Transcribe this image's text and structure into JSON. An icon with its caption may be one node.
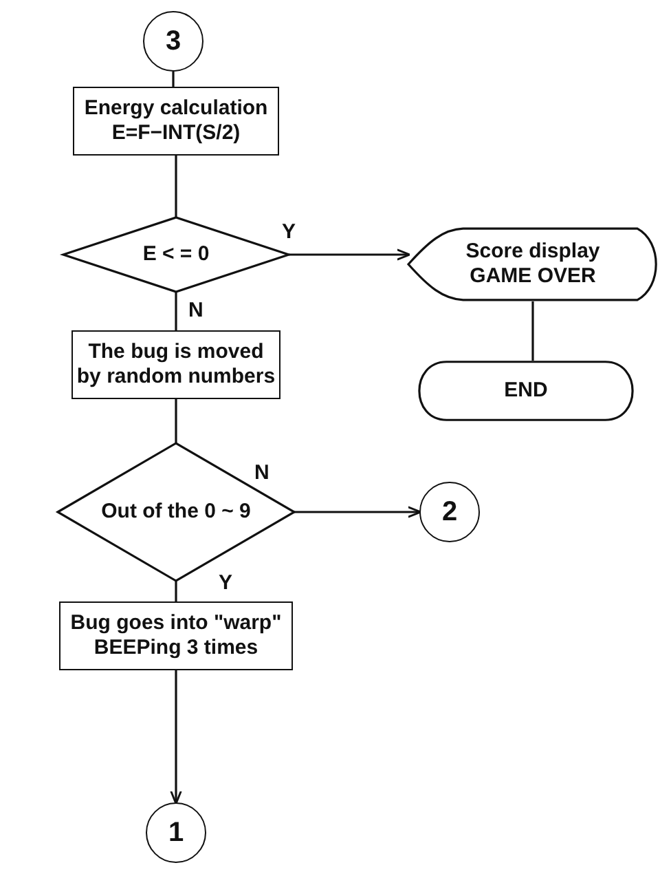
{
  "diagram": {
    "nodes": [
      {
        "text": [
          "3"
        ]
      },
      {
        "text": [
          "Energy calculation E=F−INT(S/2)"
        ]
      },
      {
        "text": [
          "E < = 0"
        ]
      },
      {
        "text": [
          "Score display GAME OVER"
        ]
      },
      {
        "text": [
          "END"
        ]
      },
      {
        "text": [
          "The bug is moved by random numbers"
        ]
      },
      {
        "text": [
          "Out of the 0 ~ 9"
        ]
      },
      {
        "text": [
          "2"
        ]
      },
      {
        "text": [
          "Bug goes into \"warp\" BEEPing 3 times"
        ]
      },
      {
        "text": [
          "1"
        ]
      }
    ],
    "edges": [
      {
        "from": 0,
        "to": 1,
        "arrow": "none"
      },
      {
        "from": 1,
        "to": 2,
        "arrow": "none"
      },
      {
        "from": 2,
        "to": 3,
        "arrow": "to",
        "label": "Y"
      },
      {
        "from": 2,
        "to": 5,
        "arrow": "none",
        "label": "N"
      },
      {
        "from": 3,
        "to": 4,
        "arrow": "none"
      },
      {
        "from": 5,
        "to": 6,
        "arrow": "none"
      },
      {
        "from": 6,
        "to": 7,
        "arrow": "to",
        "label": "N"
      },
      {
        "from": 6,
        "to": 8,
        "arrow": "none",
        "label": "Y"
      },
      {
        "from": 8,
        "to": 9,
        "arrow": "to"
      }
    ]
  }
}
